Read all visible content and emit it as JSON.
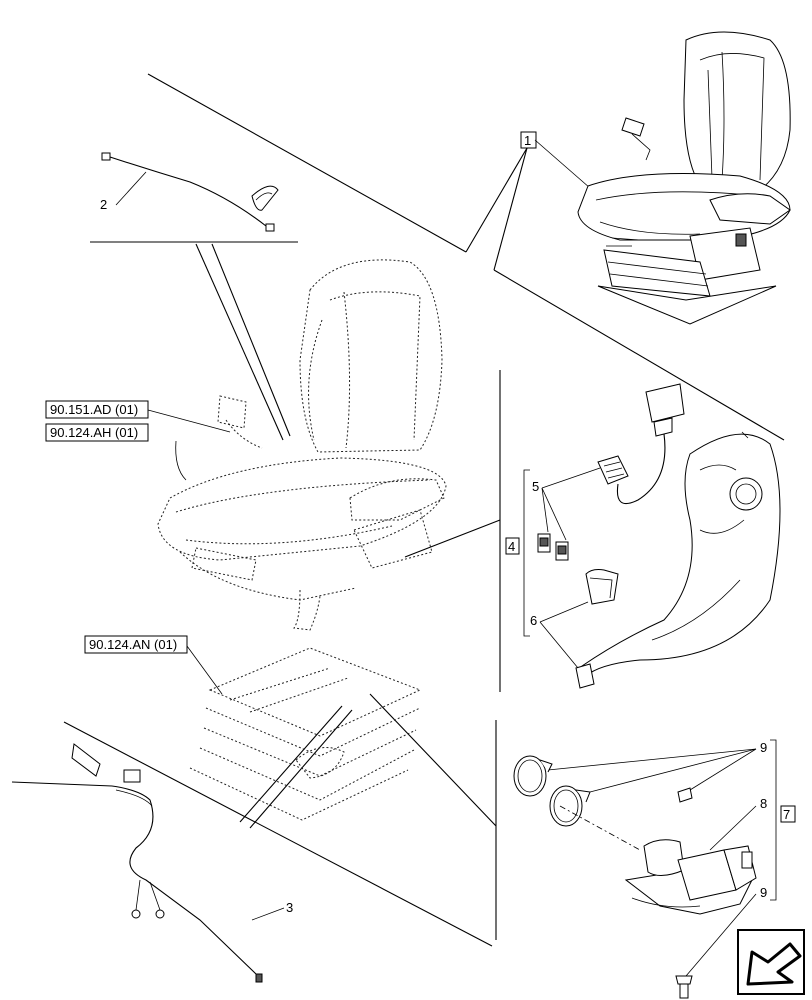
{
  "callouts": {
    "item1": "1",
    "item2": "2",
    "item3": "3",
    "item4": "4",
    "item5": "5",
    "item6": "6",
    "item7": "7",
    "item8": "8",
    "item9_top": "9",
    "item9_bottom": "9"
  },
  "references": {
    "ref_ad": "90.151.AD (01)",
    "ref_ah": "90.124.AH (01)",
    "ref_an": "90.124.AN (01)"
  },
  "icons": {
    "next_page": "arrow-icon"
  }
}
